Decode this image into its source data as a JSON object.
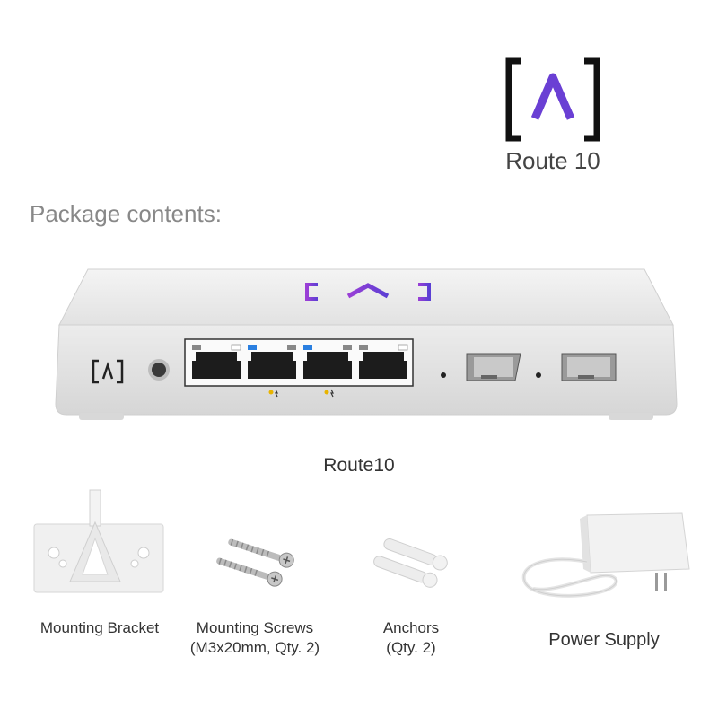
{
  "brand": {
    "name": "Route 10",
    "logo": "route10-bracket-logo",
    "accent": "#7b3fe4"
  },
  "section_title": "Package contents:",
  "device": {
    "name": "Route10",
    "image": "route10-router-front"
  },
  "items": [
    {
      "label": "Mounting Bracket",
      "note": "",
      "icon": "mounting-bracket-image"
    },
    {
      "label": "Mounting Screws",
      "note": "(M3x20mm, Qty. 2)",
      "icon": "screws-image"
    },
    {
      "label": "Anchors",
      "note": "(Qty. 2)",
      "icon": "anchors-image"
    },
    {
      "label": "Power Supply",
      "note": "",
      "icon": "power-supply-image"
    }
  ]
}
